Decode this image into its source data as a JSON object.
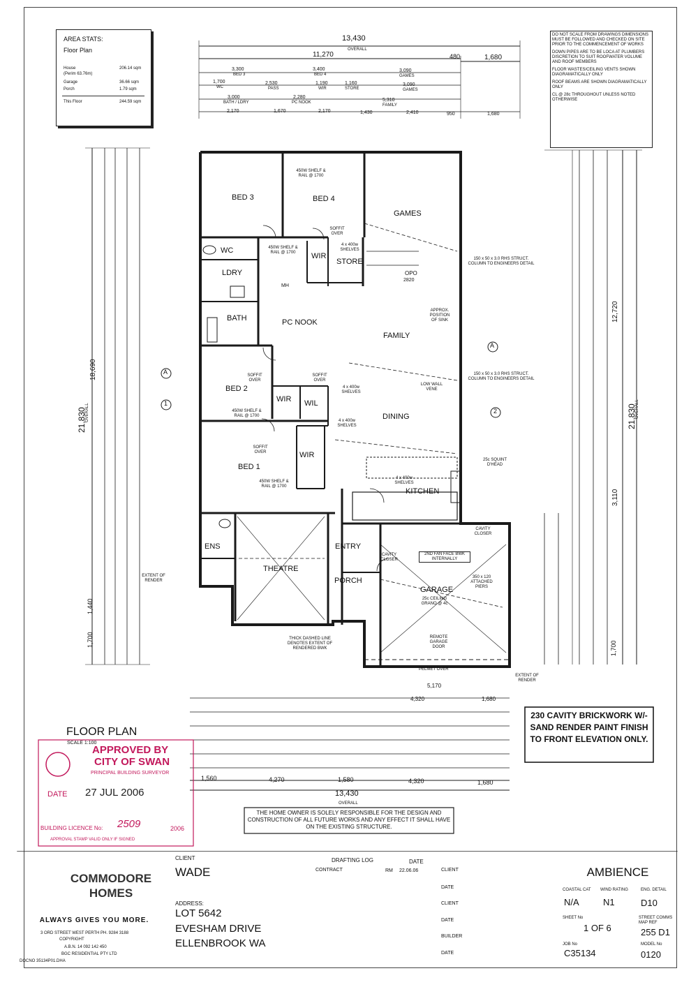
{
  "area_stats": {
    "title": "AREA STATS:",
    "subtitle": "Floor Plan",
    "rows": [
      {
        "label": "House",
        "sub": "(Perim 63.76m)",
        "value": "206.14 sqm"
      },
      {
        "label": "Garage",
        "sub": "",
        "value": "36.66 sqm"
      },
      {
        "label": "Porch",
        "sub": "",
        "value": "1.79 sqm"
      },
      {
        "label": "This Floor",
        "sub": "",
        "value": "244.59 sqm"
      }
    ]
  },
  "notes": [
    "DO NOT SCALE FROM DRAWINGS DIMENSIONS MUST BE FOLLOWED AND CHECKED ON SITE PRIOR TO THE COMMENCEMENT OF WORKS",
    "DOWN PIPES ARE TO BE LOCA AT PLUMBERS DISCRETION TO SUIT ROOFWATER VOLUME AND ROOF MEMBERS",
    "FLOOR WASTES/CEILING VENTS SHOWN DIAGRAMATICALLY ONLY",
    "ROOF BEAMS ARE SHOWN DIAGRAMATICALLY ONLY",
    "CL @ 28c THROUGHOUT UNLESS NOTED OTHERWISE"
  ],
  "dims": {
    "top_overall": "13,430",
    "top_overall_sub": "OVERALL",
    "top_11270": "11,270",
    "top_480": "480",
    "top_1680": "1,680",
    "bottom_overall": "13,430",
    "bottom_overall_sub": "OVERALL",
    "left_overall": "21,830",
    "left_overall_sub": "OVERALL",
    "left_18690": "18,690",
    "right_overall": "21,830",
    "right_overall_sub": "OVERALL",
    "right_12720": "12,720",
    "right_3110": "3,110",
    "left_1440": "1,440",
    "left_1700": "1,700",
    "right_1700": "1,700",
    "bottom_5170": "5,170",
    "bottom_4320": "4,320",
    "bottom_4270": "4,270",
    "bottom_1580": "1,580",
    "bottom_1560": "1,560",
    "bottom_1680": "1,680",
    "top_row1": [
      "3,300",
      "3,400",
      "3,090"
    ],
    "top_row1_sub": [
      "BED 3",
      "BED 4",
      "GAMES"
    ],
    "top_row2": [
      "1,700",
      "2,530",
      "1,190",
      "1,160",
      "3,090"
    ],
    "top_row2_sub": [
      "WC",
      "PASS",
      "WIR",
      "STORE",
      "GAMES"
    ],
    "top_row3": [
      "3,000",
      "2,280",
      "5,310"
    ],
    "top_row3_sub": [
      "BATH / LDRY",
      "PC NOOK",
      "FAMILY"
    ],
    "top_row4": [
      "2,170",
      "1,670",
      "2,170",
      "1,430",
      "2,410",
      "950",
      "1,680"
    ]
  },
  "rooms": {
    "bed3": "BED 3",
    "bed4": "BED 4",
    "games": "GAMES",
    "wc": "WC",
    "ldry": "LDRY",
    "wir_top": "WIR",
    "store": "STORE",
    "bath": "BATH",
    "pc_nook": "PC NOOK",
    "family": "FAMILY",
    "bed2": "BED 2",
    "wir2": "WIR",
    "wil": "WIL",
    "dining": "DINING",
    "bed1": "BED 1",
    "wir1": "WIR",
    "kitchen": "KITCHEN",
    "ens": "ENS",
    "theatre": "THEATRE",
    "entry": "ENTRY",
    "porch": "PORCH",
    "garage": "GARAGE",
    "opo": "OPO",
    "opo_num": "2820",
    "mh": "MH"
  },
  "annotations": {
    "shelf_rail": "450W SHELF & RAIL @ 1700",
    "soffit": "SOFFIT OVER",
    "shelves_4x": "4 x 400w SHELVES",
    "steel_col": "150 x 50 x 3.0 RHS STRUCT. COLUMN TO ENGINEERS DETAIL",
    "low_wall": "LOW WALL VENE",
    "squint": "25c SQUINT D'HEAD",
    "cavity_closer": "CAVITY CLOSER",
    "garage_ceiling": "25c CEILING GRANO @ 4c",
    "remote_door": "REMOTE GARAGE DOOR",
    "pelmet": "PELMET OVER",
    "extent_render": "EXTENT OF RENDER",
    "thick_dashed": "THICK DASHED LINE DENOTES EXTENT OF RENDERED BWK",
    "fan_face": "2ND FAN FACE BWK INTERNALLY",
    "attached_piers": "350 x 120 ATTACHED PIERS",
    "approx_position": "APPROX. POSITION OF SINK"
  },
  "brickwork_note": "230 CAVITY BRICKWORK W/- SAND RENDER PAINT FINISH TO FRONT ELEVATION ONLY.",
  "owner_note": "THE HOME OWNER IS SOLELY RESPONSIBLE FOR THE DESIGN AND CONSTRUCTION OF ALL FUTURE WORKS AND ANY EFFECT IT SHALL HAVE ON THE EXISTING STRUCTURE.",
  "floor_plan_title": "FLOOR PLAN",
  "scale": "SCALE 1:100",
  "stamp": {
    "approved": "APPROVED BY",
    "city": "CITY OF SWAN",
    "surveyor": "PRINCIPAL BUILDING SURVEYOR",
    "date_label": "DATE",
    "date_value": "27 JUL 2006",
    "licence_label": "BUILDING LICENCE No:",
    "licence_value": "2509",
    "licence_year": "2006",
    "validity": "APPROVAL STAMP VALID ONLY IF SIGNED"
  },
  "markers": {
    "a": "A",
    "one": "1",
    "two": "2"
  },
  "title_block": {
    "company_line1": "COMMODORE",
    "company_line2": "HOMES",
    "tagline": "ALWAYS GIVES YOU MORE.",
    "address_small": "3 ORD STREET WEST PERTH  PH. 9284 3188",
    "copyright": "COPYRIGHT",
    "abn": "A.B.N. 14 092 142 450",
    "bgc": "BGC RESIDENTIAL PTY LTD",
    "docno": "DOCNO 35134P01.DHA",
    "client_label": "CLIENT",
    "client_value": "WADE",
    "address_label": "ADDRESS:",
    "address_lines": [
      "LOT 5642",
      "EVESHAM DRIVE",
      "ELLENBROOK WA"
    ],
    "drafting_log": "DRAFTING LOG",
    "date_head": "DATE",
    "contract_label": "CONTRACT",
    "contract_initials": "RM",
    "contract_date": "22.06.06",
    "log_labels": [
      "CLIENT",
      "DATE",
      "CLIENT",
      "DATE",
      "BUILDER",
      "DATE"
    ],
    "design": "AMBIENCE",
    "coastal_label": "COASTAL CAT",
    "coastal_value": "N/A",
    "wind_label": "WIND RATING",
    "wind_value": "N1",
    "eng_label": "ENG. DETAIL",
    "eng_value": "D10",
    "sheet_label": "SHEET No",
    "sheet_value": "1 OF 6",
    "street_label": "STREET COMMS MAP REF",
    "street_value": "255 D1",
    "job_label": "JOB No",
    "job_value": "C35134",
    "model_label": "MODEL No",
    "model_value": "0120"
  },
  "colors": {
    "ink": "#1a1a1a",
    "stamp": "#c2185b",
    "logo_bg": "#555555"
  }
}
